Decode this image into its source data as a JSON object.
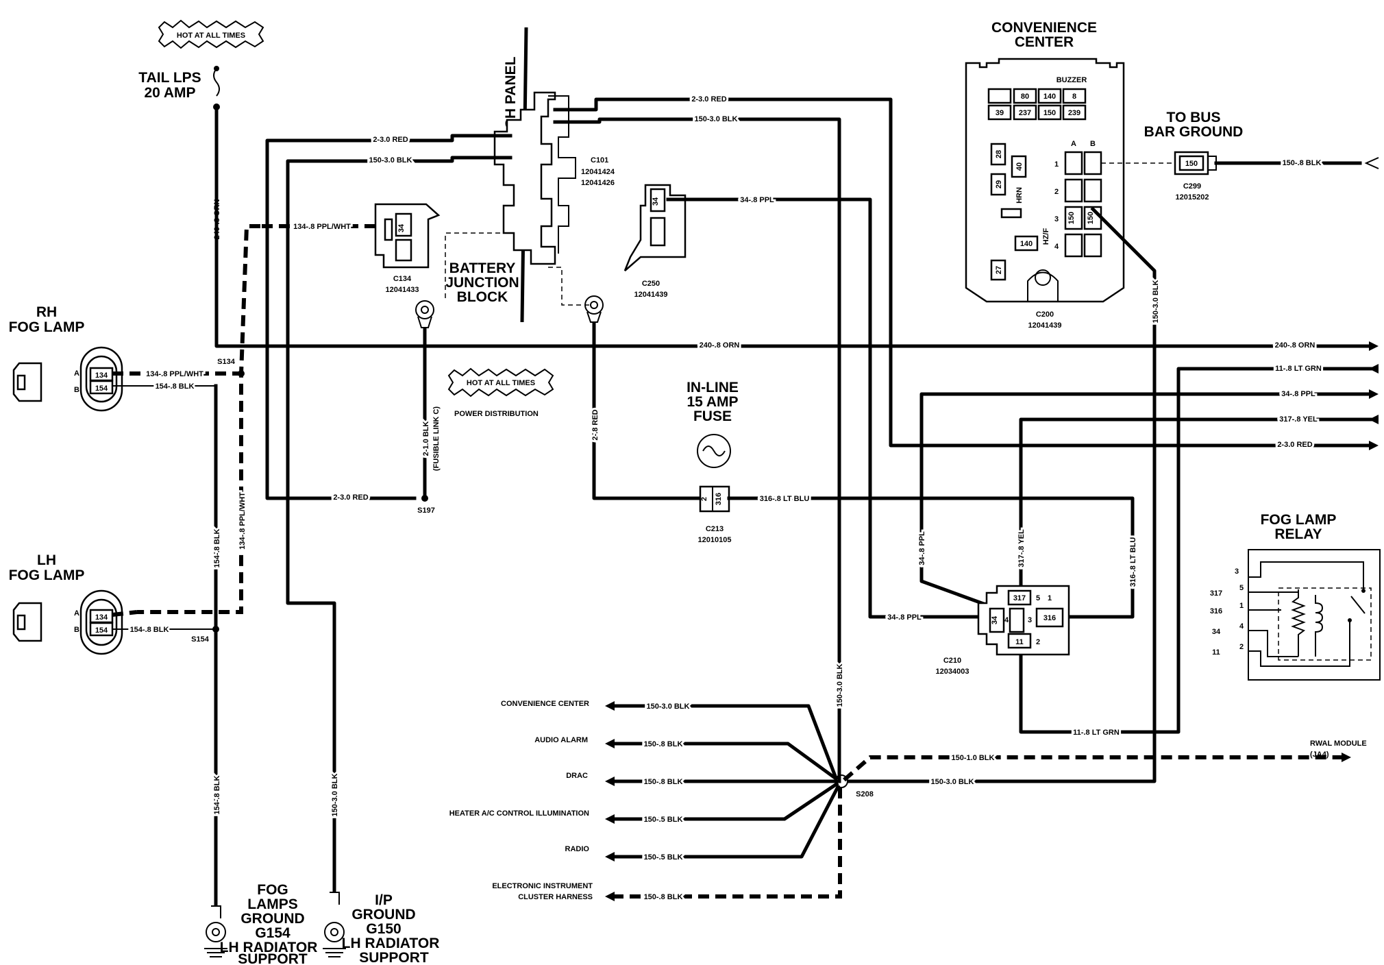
{
  "labels": {
    "hot1": "HOT AT ALL TIMES",
    "hot2": "HOT AT ALL TIMES",
    "power_distribution": "POWER DISTRIBUTION",
    "tail_lps": "TAIL LPS",
    "tail_amp": "20 AMP",
    "dash_panel": "DASH PANEL",
    "battery1": "BATTERY",
    "battery2": "JUNCTION",
    "battery3": "BLOCK",
    "inline1": "IN-LINE",
    "inline2": "15 AMP",
    "inline3": "FUSE",
    "conv1": "CONVENIENCE",
    "conv2": "CENTER",
    "buzzer": "BUZZER",
    "bus1": "TO BUS",
    "bus2": "BAR GROUND",
    "rh1": "RH",
    "rh2": "FOG LAMP",
    "lh1": "LH",
    "lh2": "FOG LAMP",
    "relay1": "FOG LAMP",
    "relay2": "RELAY",
    "fg1": "FOG",
    "fg2": "LAMPS",
    "fg3": "GROUND",
    "fg4": "G154",
    "fg5": "LH RADIATOR",
    "fg6": "SUPPORT",
    "ip1": "I/P",
    "ip2": "GROUND",
    "ip3": "G150",
    "ip4": "LH RADIATOR",
    "ip5": "SUPPORT",
    "rwal1": "RWAL MODULE",
    "rwal2": "(JA4)"
  },
  "connectors": {
    "c101": "C101",
    "c101a": "12041424",
    "c101b": "12041426",
    "c134": "C134",
    "c134p": "12041433",
    "c250": "C250",
    "c250p": "12041439",
    "c213": "C213",
    "c213p": "12010105",
    "c200": "C200",
    "c200p": "12041439",
    "c299": "C299",
    "c299p": "12015202",
    "c210": "C210",
    "c210p": "12034003"
  },
  "splices": {
    "s134": "S134",
    "s154": "S154",
    "s197": "S197",
    "s208": "S208"
  },
  "wires": {
    "w240_v": "240-.8 ORN",
    "w240_h": "240-.8 ORN",
    "w240_r": "240-.8 ORN",
    "w2red_top": "2-3.0 RED",
    "w2red_c101": "2-3.0 RED",
    "w2red_s197": "2-3.0 RED",
    "w2red_r": "2-3.0 RED",
    "w150_top": "150-3.0 BLK",
    "w150_c101": "150-3.0 BLK",
    "w150_v": "150-3.0 BLK",
    "w150_ip": "150-3.0 BLK",
    "w150_conv": "150-3.0 BLK",
    "w150_s208": "150-3.0 BLK",
    "w150_bus": "150-.8 BLK",
    "w134_h": "134-.8 PPL/WHT",
    "w134_rh": "134-.8 PPL/WHT",
    "w134_v": "134-.8 PPL/WHT",
    "w154_rh": "154-.8 BLK",
    "w154_lh": "154-.8 BLK",
    "w154_v": "154-.8 BLK",
    "w154_gnd": "154-.8 BLK",
    "w34_top": "34-.8 PPL",
    "w34_r": "34-.8 PPL",
    "w34_v": "34-.8 PPL",
    "w34_relay": "34-.8 PPL",
    "w11_r": "11-.8 LT GRN",
    "w11_b": "11-.8 LT GRN",
    "w317_r": "317-.8 YEL",
    "w317_v": "317-.8 YEL",
    "w316_h": "316-.8 LT BLU",
    "w316_v": "316-.8 LT BLU",
    "w2blk": "2-1.0 BLK",
    "w2blk_b": "(FUSIBLE LINK C)",
    "w2red8": "2-.8 RED",
    "w150_rwal": "150-1.0 BLK"
  },
  "grounds": [
    {
      "name": "CONVENIENCE CENTER",
      "wire": "150-3.0 BLK"
    },
    {
      "name": "AUDIO ALARM",
      "wire": "150-.8 BLK"
    },
    {
      "name": "DRAC",
      "wire": "150-.8 BLK"
    },
    {
      "name": "HEATER A/C CONTROL ILLUMINATION",
      "wire": "150-.5 BLK"
    },
    {
      "name": "RADIO",
      "wire": "150-.5 BLK"
    },
    {
      "name": "ELECTRONIC INSTRUMENT",
      "name2": "CLUSTER HARNESS",
      "wire": "150-.8 BLK"
    }
  ],
  "pins": {
    "rh_a": "A",
    "rh_b": "B",
    "rh_134": "134",
    "rh_154": "154",
    "lh_a": "A",
    "lh_b": "B",
    "lh_134": "134",
    "lh_154": "154",
    "c134_34": "34",
    "c250_34": "34",
    "c213_2": "2",
    "c213_316": "316",
    "c299_150": "150",
    "relay_317": "317",
    "relay_34": "34",
    "relay_316": "316",
    "relay_11": "11",
    "relay_5": "5",
    "relay_4": "4",
    "relay_3": "3",
    "relay_1": "1",
    "relay_2": "2",
    "r_3": "3",
    "r_5": "5",
    "r_1": "1",
    "r_4": "4",
    "r_2": "2",
    "r_317": "317",
    "r_316": "316",
    "r_34": "34",
    "r_11": "11"
  },
  "fuses": {
    "f80": "80",
    "f140": "140",
    "f8": "8",
    "f39": "39",
    "f237": "237",
    "f150": "150",
    "f239": "239",
    "f28": "28",
    "f29": "29",
    "f40": "40",
    "hrn": "HRN",
    "hzf": "HZ/F",
    "f140b": "140",
    "f27": "27",
    "colA": "A",
    "colB": "B",
    "row1": "1",
    "row2": "2",
    "row3": "3",
    "row4": "4",
    "r3a": "150",
    "r3b": "150"
  }
}
